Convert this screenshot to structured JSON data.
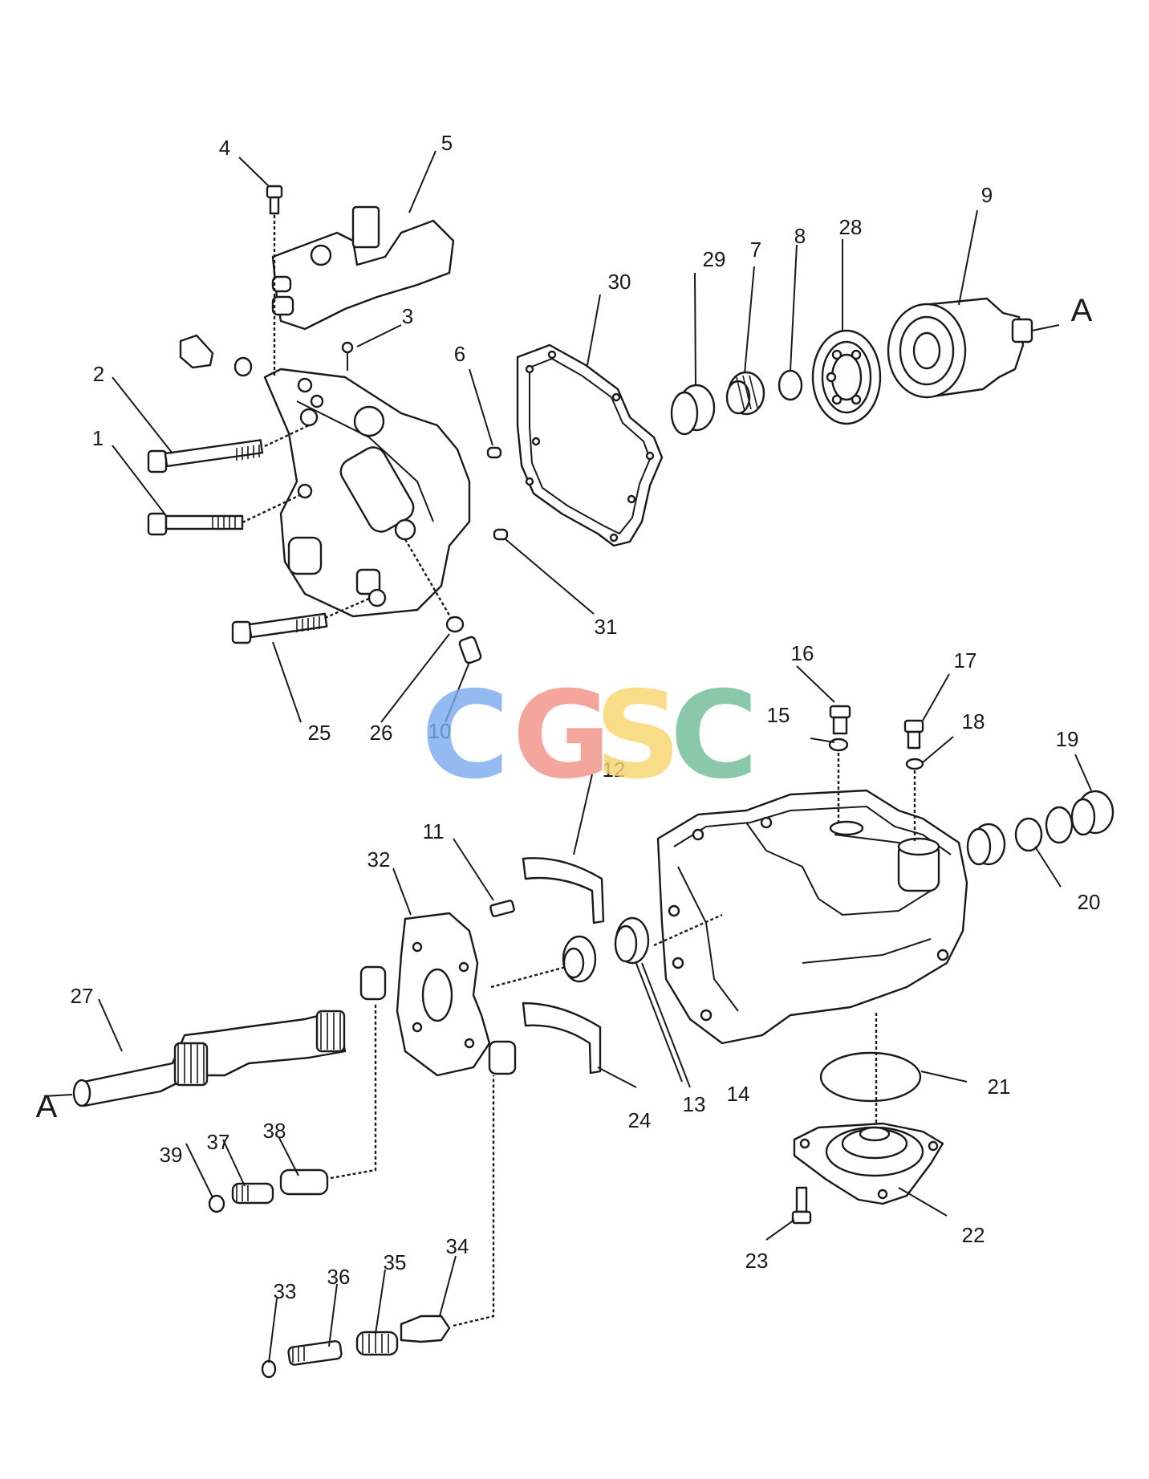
{
  "watermark": {
    "letters": [
      {
        "char": "C",
        "color": "#7aaaf0"
      },
      {
        "char": "G",
        "color": "#f28f84"
      },
      {
        "char": "S",
        "color": "#f7d46a"
      },
      {
        "char": "C",
        "color": "#6cbc94"
      }
    ]
  },
  "connector_marks": {
    "top": "A",
    "bottom": "A"
  },
  "callouts": [
    "1",
    "2",
    "3",
    "4",
    "5",
    "6",
    "7",
    "8",
    "9",
    "10",
    "11",
    "12",
    "13",
    "14",
    "15",
    "16",
    "17",
    "18",
    "19",
    "20",
    "21",
    "22",
    "23",
    "24",
    "25",
    "26",
    "27",
    "28",
    "29",
    "30",
    "31",
    "32",
    "33",
    "34",
    "35",
    "36",
    "37",
    "38",
    "39"
  ]
}
